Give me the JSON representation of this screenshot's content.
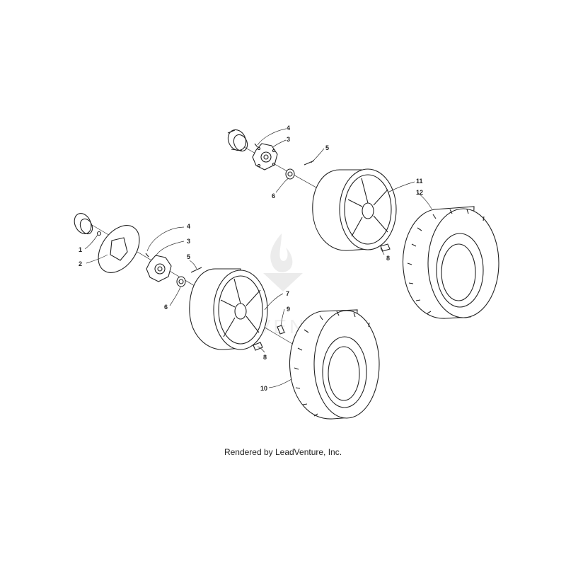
{
  "watermark": {
    "text": "LEADVENTURE",
    "logo_icon": "flame-logo-icon"
  },
  "callouts": [
    "1",
    "2",
    "3",
    "4",
    "5",
    "6",
    "7",
    "8",
    "9",
    "10",
    "3",
    "4",
    "5",
    "6",
    "8",
    "11",
    "12"
  ],
  "footer": {
    "credit": "Rendered by LeadVenture, Inc."
  }
}
